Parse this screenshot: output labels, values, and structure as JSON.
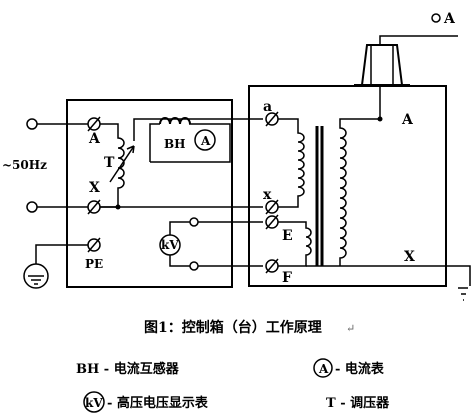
{
  "title": "",
  "labels": {
    "output_a": "A",
    "freq": "~50Hz",
    "ctrl_a": "A",
    "ctrl_x": "X",
    "ctrl_t": "T",
    "ctrl_pe": "PE",
    "bh": "BH",
    "ammeter": "A",
    "kv": "kV",
    "tr_a_low": "a",
    "tr_x_low": "x",
    "tr_e": "E",
    "tr_f": "F",
    "tr_a_high": "A",
    "tr_x_high": "X"
  },
  "caption": "图1：控制箱（台）工作原理",
  "legend": {
    "bh": "BH - 电流互感器",
    "ammeter_symbol": "A",
    "ammeter": "- 电流表",
    "kv_symbol": "kV",
    "kv": "- 高压电压显示表",
    "t": "T - 调压器"
  }
}
